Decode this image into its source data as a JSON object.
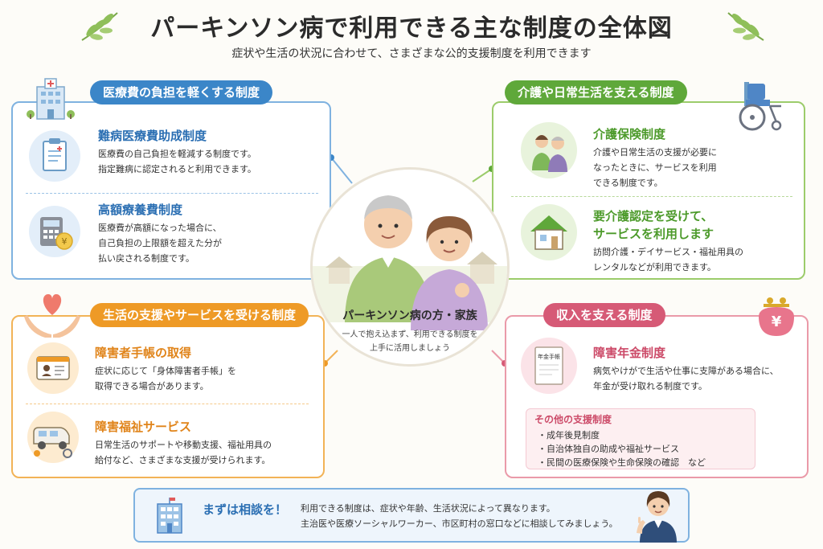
{
  "header": {
    "title": "パーキンソン病で利用できる主な制度の全体図",
    "subtitle": "症状や生活の状況に合わせて、さまざまな公的支援制度を利用できます"
  },
  "center": {
    "label": "パーキンソン病の方・家族",
    "desc_line1": "一人で抱え込まず、利用できる制度を",
    "desc_line2": "上手に活用しましょう"
  },
  "medical": {
    "tab": "医療費の負担を軽くする制度",
    "items": [
      {
        "title": "難病医療費助成制度",
        "line1": "医療費の自己負担を軽減する制度です。",
        "line2": "指定難病に認定されると利用できます。",
        "line3": ""
      },
      {
        "title": "高額療養費制度",
        "line1": "医療費が高額になった場合に、",
        "line2": "自己負担の上限額を超えた分が",
        "line3": "払い戻される制度です。"
      }
    ]
  },
  "care": {
    "tab": "介護や日常生活を支える制度",
    "items": [
      {
        "title": "介護保険制度",
        "line1": "介護や日常生活の支援が必要に",
        "line2": "なったときに、サービスを利用",
        "line3": "できる制度です。"
      },
      {
        "title_line1": "要介護認定を受けて、",
        "title_line2": "サービスを利用します",
        "line1": "訪問介護・デイサービス・福祉用具の",
        "line2": "レンタルなどが利用できます。"
      }
    ]
  },
  "life": {
    "tab": "生活の支援やサービスを受ける制度",
    "items": [
      {
        "title": "障害者手帳の取得",
        "line1": "症状に応じて「身体障害者手帳」を",
        "line2": "取得できる場合があります。"
      },
      {
        "title": "障害福祉サービス",
        "line1": "日常生活のサポートや移動支援、福祉用具の",
        "line2": "給付など、さまざまな支援が受けられます。"
      }
    ]
  },
  "income": {
    "tab": "収入を支える制度",
    "item": {
      "title": "障害年金制度",
      "line1": "病気やけがで生活や仕事に支障がある場合に、",
      "line2": "年金が受け取れる制度です。",
      "doc_label": "年金手帳"
    },
    "other": {
      "title": "その他の支援制度",
      "items": [
        "・成年後見制度",
        "・自治体独自の助成や福祉サービス",
        "・民間の医療保険や生命保険の確認　など"
      ]
    },
    "purse_symbol": "¥"
  },
  "footer": {
    "title": "まずは相談を！",
    "line1": "利用できる制度は、症状や年齢、生活状況によって異なります。",
    "line2": "主治医や医療ソーシャルワーカー、市区町村の窓口などに相談してみましょう。"
  },
  "yen_symbol": "¥",
  "colors": {
    "blue": "#3b86c8",
    "green": "#5fa83a",
    "orange": "#ee9a26",
    "red": "#d65a76"
  }
}
